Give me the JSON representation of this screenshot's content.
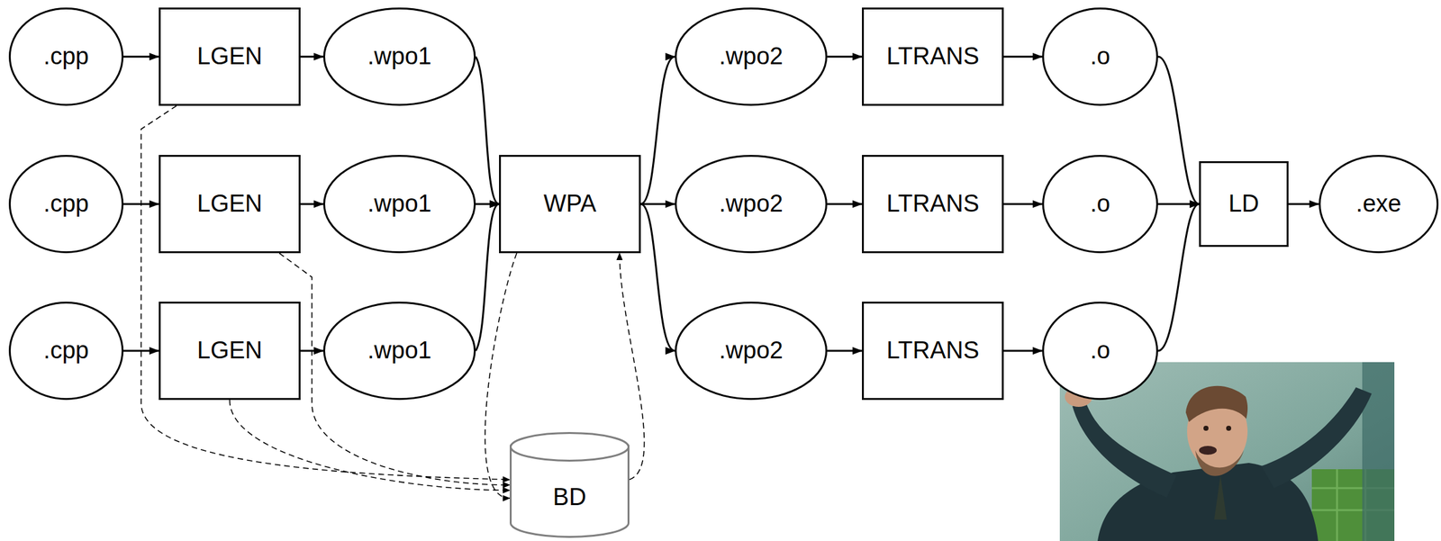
{
  "diagram": {
    "nodes": [
      {
        "text": [
          ".cpp"
        ]
      },
      {
        "text": [
          "LGEN"
        ]
      },
      {
        "text": [
          ".wpo1"
        ]
      },
      {
        "text": [
          ".wpo2"
        ]
      },
      {
        "text": [
          "LTRANS"
        ]
      },
      {
        "text": [
          ".o"
        ]
      },
      {
        "text": [
          ".cpp"
        ]
      },
      {
        "text": [
          "LGEN"
        ]
      },
      {
        "text": [
          ".wpo1"
        ]
      },
      {
        "text": [
          "WPA"
        ]
      },
      {
        "text": [
          ".wpo2"
        ]
      },
      {
        "text": [
          "LTRANS"
        ]
      },
      {
        "text": [
          ".o"
        ]
      },
      {
        "text": [
          "LD"
        ]
      },
      {
        "text": [
          ".exe"
        ]
      },
      {
        "text": [
          ".cpp"
        ]
      },
      {
        "text": [
          "LGEN"
        ]
      },
      {
        "text": [
          ".wpo1"
        ]
      },
      {
        "text": [
          ".wpo2"
        ]
      },
      {
        "text": [
          "LTRANS"
        ]
      },
      {
        "text": [
          ".o"
        ]
      },
      {
        "text": [
          "BD"
        ]
      }
    ],
    "edges": [
      {
        "from": 0,
        "to": 1,
        "arrow": "to"
      },
      {
        "from": 1,
        "to": 2,
        "arrow": "to"
      },
      {
        "from": 2,
        "to": 9,
        "arrow": "to"
      },
      {
        "from": 9,
        "to": 3,
        "arrow": "to"
      },
      {
        "from": 3,
        "to": 4,
        "arrow": "to"
      },
      {
        "from": 4,
        "to": 5,
        "arrow": "to"
      },
      {
        "from": 5,
        "to": 13,
        "arrow": "to"
      },
      {
        "from": 6,
        "to": 7,
        "arrow": "to"
      },
      {
        "from": 7,
        "to": 8,
        "arrow": "to"
      },
      {
        "from": 8,
        "to": 9,
        "arrow": "to"
      },
      {
        "from": 9,
        "to": 10,
        "arrow": "to"
      },
      {
        "from": 10,
        "to": 11,
        "arrow": "to"
      },
      {
        "from": 11,
        "to": 12,
        "arrow": "to"
      },
      {
        "from": 12,
        "to": 13,
        "arrow": "to"
      },
      {
        "from": 13,
        "to": 14,
        "arrow": "to"
      },
      {
        "from": 15,
        "to": 16,
        "arrow": "to"
      },
      {
        "from": 16,
        "to": 17,
        "arrow": "to"
      },
      {
        "from": 17,
        "to": 9,
        "arrow": "to"
      },
      {
        "from": 9,
        "to": 18,
        "arrow": "to"
      },
      {
        "from": 18,
        "to": 19,
        "arrow": "to"
      },
      {
        "from": 19,
        "to": 20,
        "arrow": "to"
      },
      {
        "from": 20,
        "to": 13,
        "arrow": "to"
      },
      {
        "from": 1,
        "to": 21,
        "arrow": "to"
      },
      {
        "from": 7,
        "to": 21,
        "arrow": "to"
      },
      {
        "from": 16,
        "to": 21,
        "arrow": "to"
      },
      {
        "from": 9,
        "to": 21,
        "arrow": "to"
      },
      {
        "from": 21,
        "to": 9,
        "arrow": "to"
      }
    ]
  }
}
